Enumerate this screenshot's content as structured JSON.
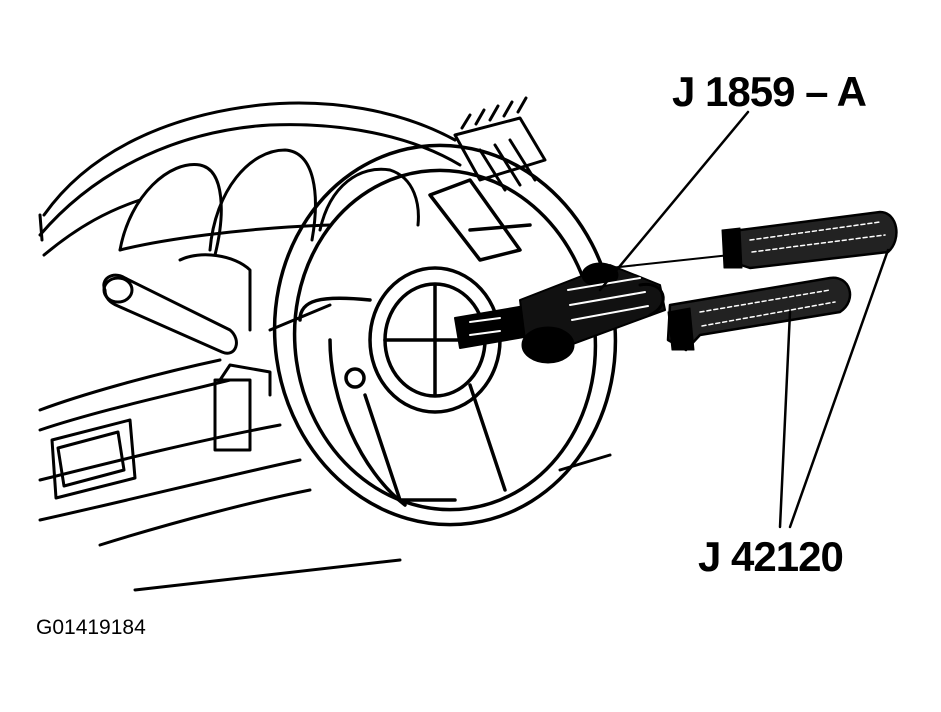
{
  "callouts": {
    "spring_compressor": "J 1859 – A",
    "steering_column_lock_tools": "J 42120"
  },
  "figure_id": "G01419184",
  "colors": {
    "ink": "#000000",
    "paper": "#ffffff"
  }
}
